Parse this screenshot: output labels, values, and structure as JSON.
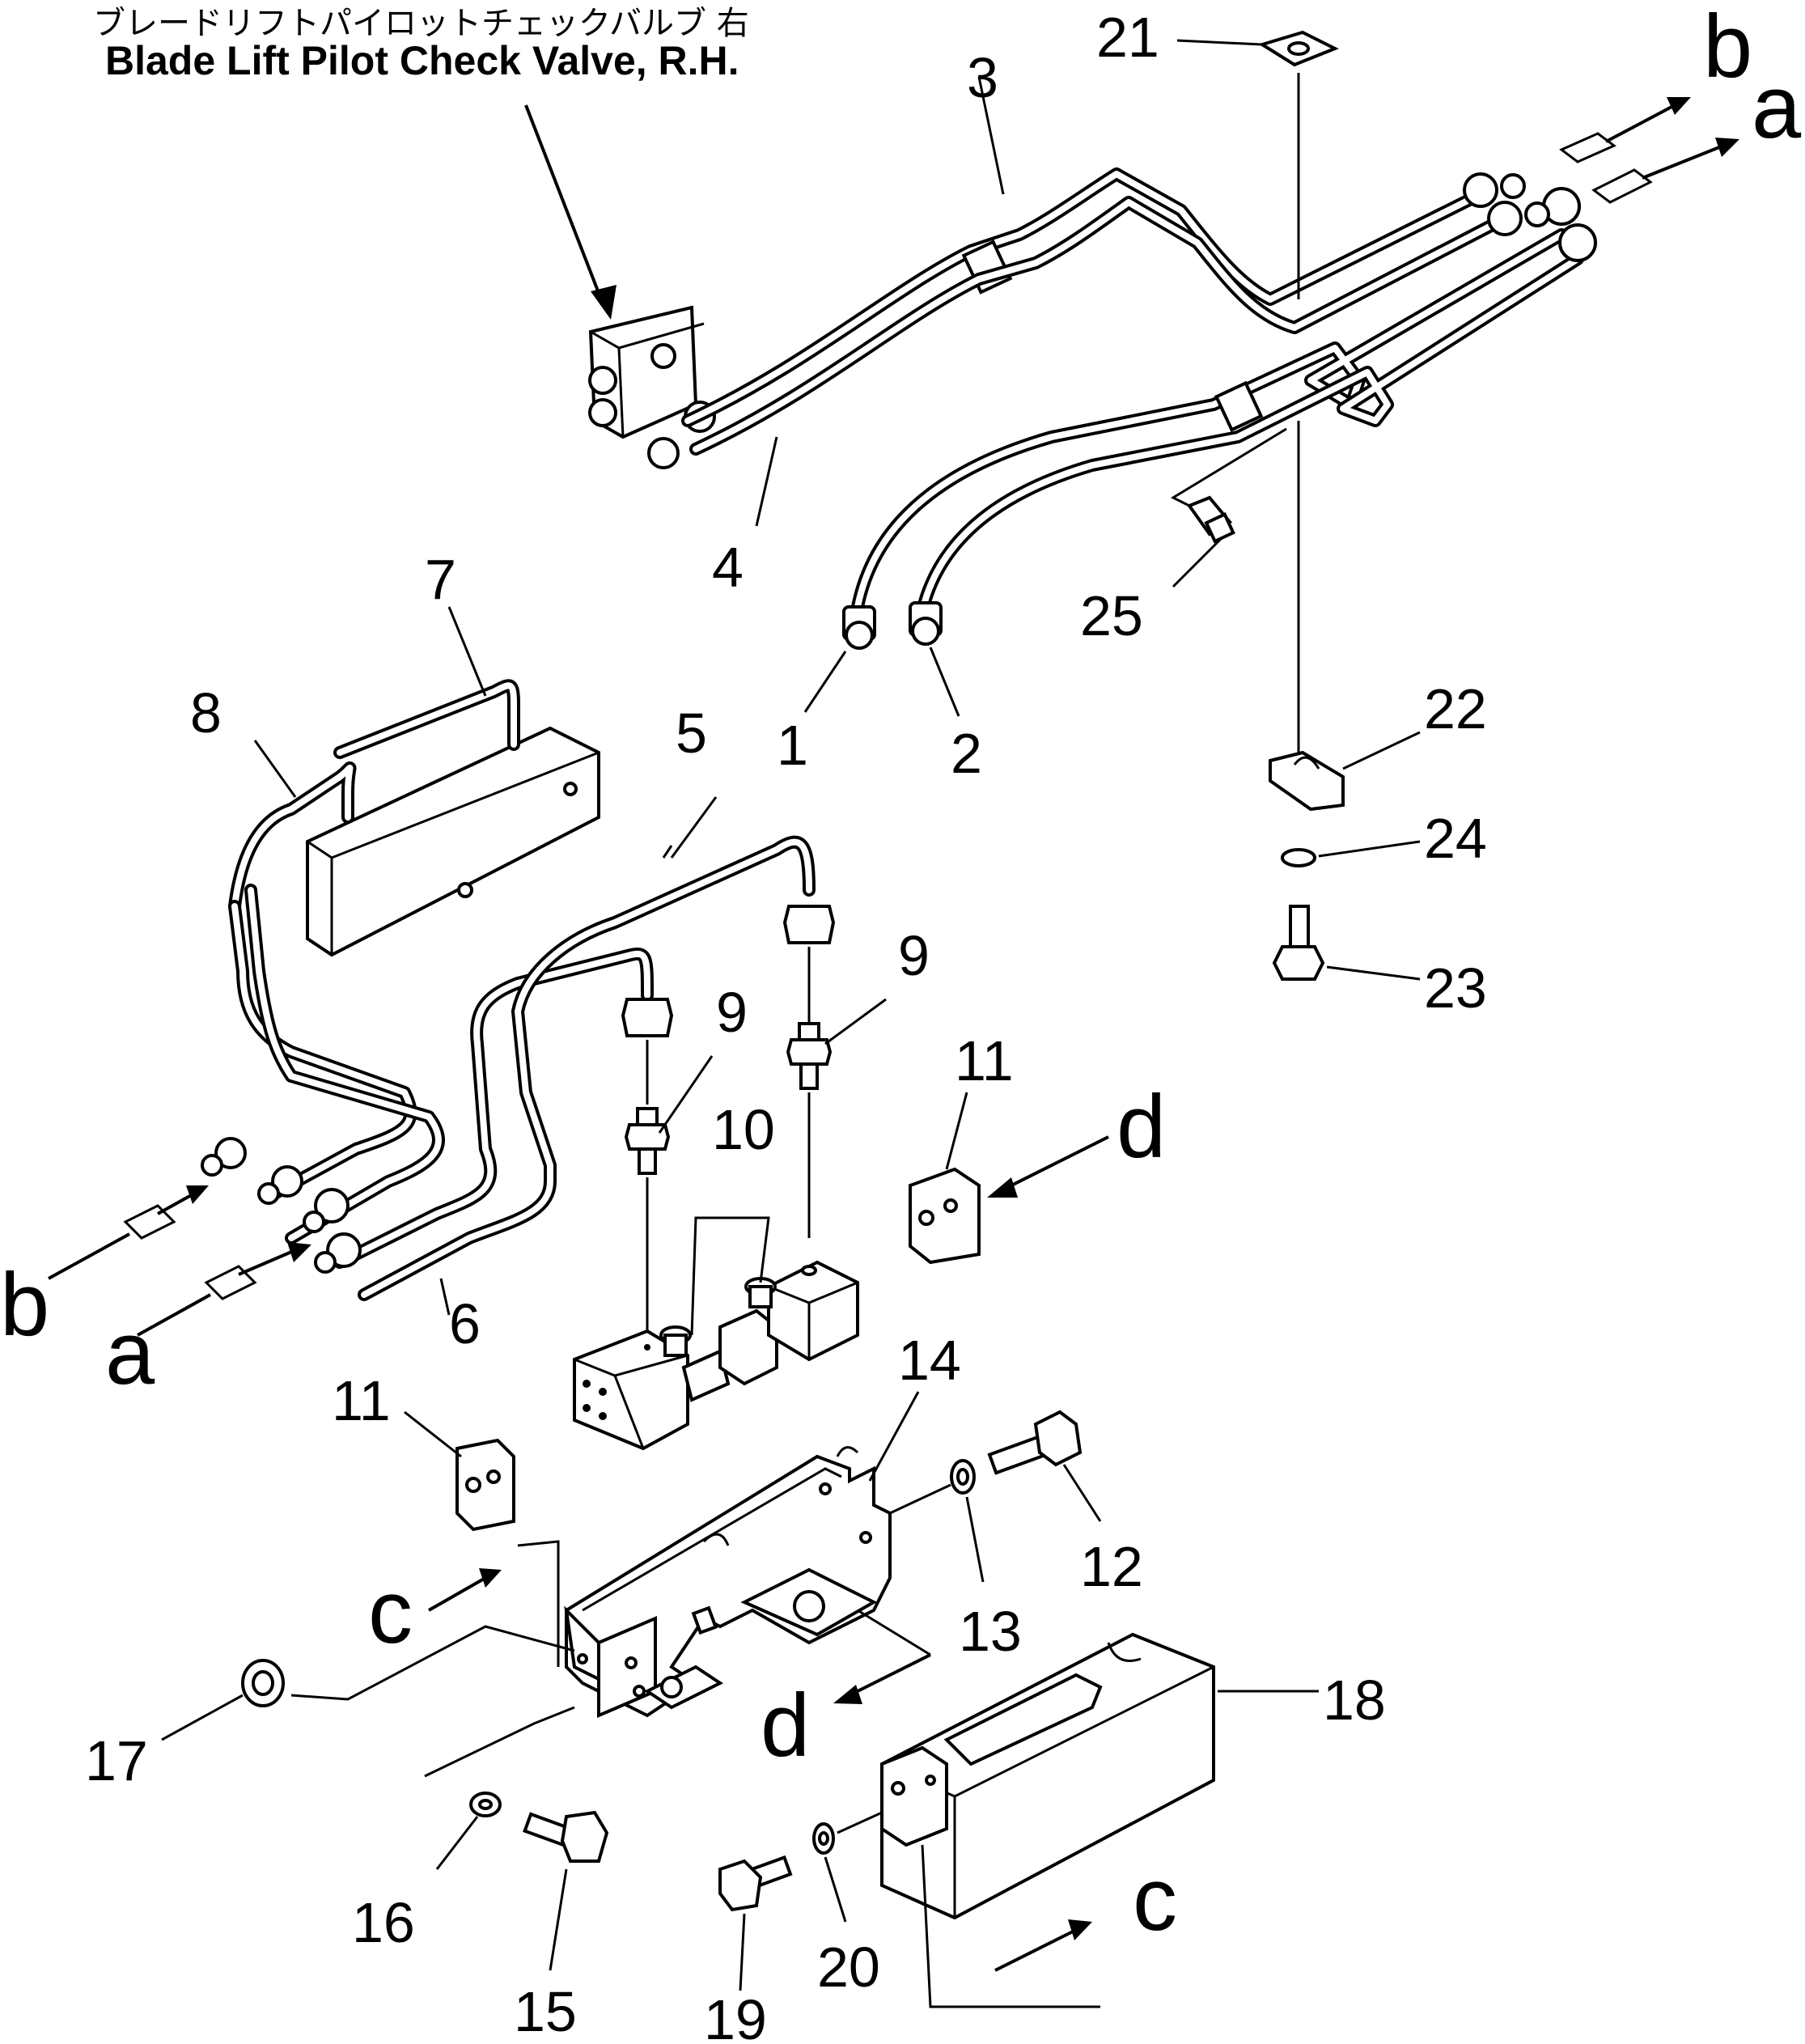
{
  "title": {
    "jp": "ブレードリフトパイロットチェックバルブ 右",
    "en": "Blade Lift Pilot Check Valve, R.H."
  },
  "callouts": {
    "n1": "1",
    "n2": "2",
    "n3": "3",
    "n4": "4",
    "n5": "5",
    "n6": "6",
    "n7": "7",
    "n8": "8",
    "n9a": "9",
    "n9b": "9",
    "n10": "10",
    "n11a": "11",
    "n11b": "11",
    "n12": "12",
    "n13": "13",
    "n14": "14",
    "n15": "15",
    "n16": "16",
    "n17": "17",
    "n18": "18",
    "n19": "19",
    "n20": "20",
    "n21": "21",
    "n22": "22",
    "n23": "23",
    "n24": "24",
    "n25": "25"
  },
  "connections": {
    "b_top": "b",
    "a_top": "a",
    "b_left": "b",
    "a_left": "a",
    "c_left": "c",
    "c_bottom": "c",
    "d_right": "d",
    "d_bottom": "d"
  }
}
